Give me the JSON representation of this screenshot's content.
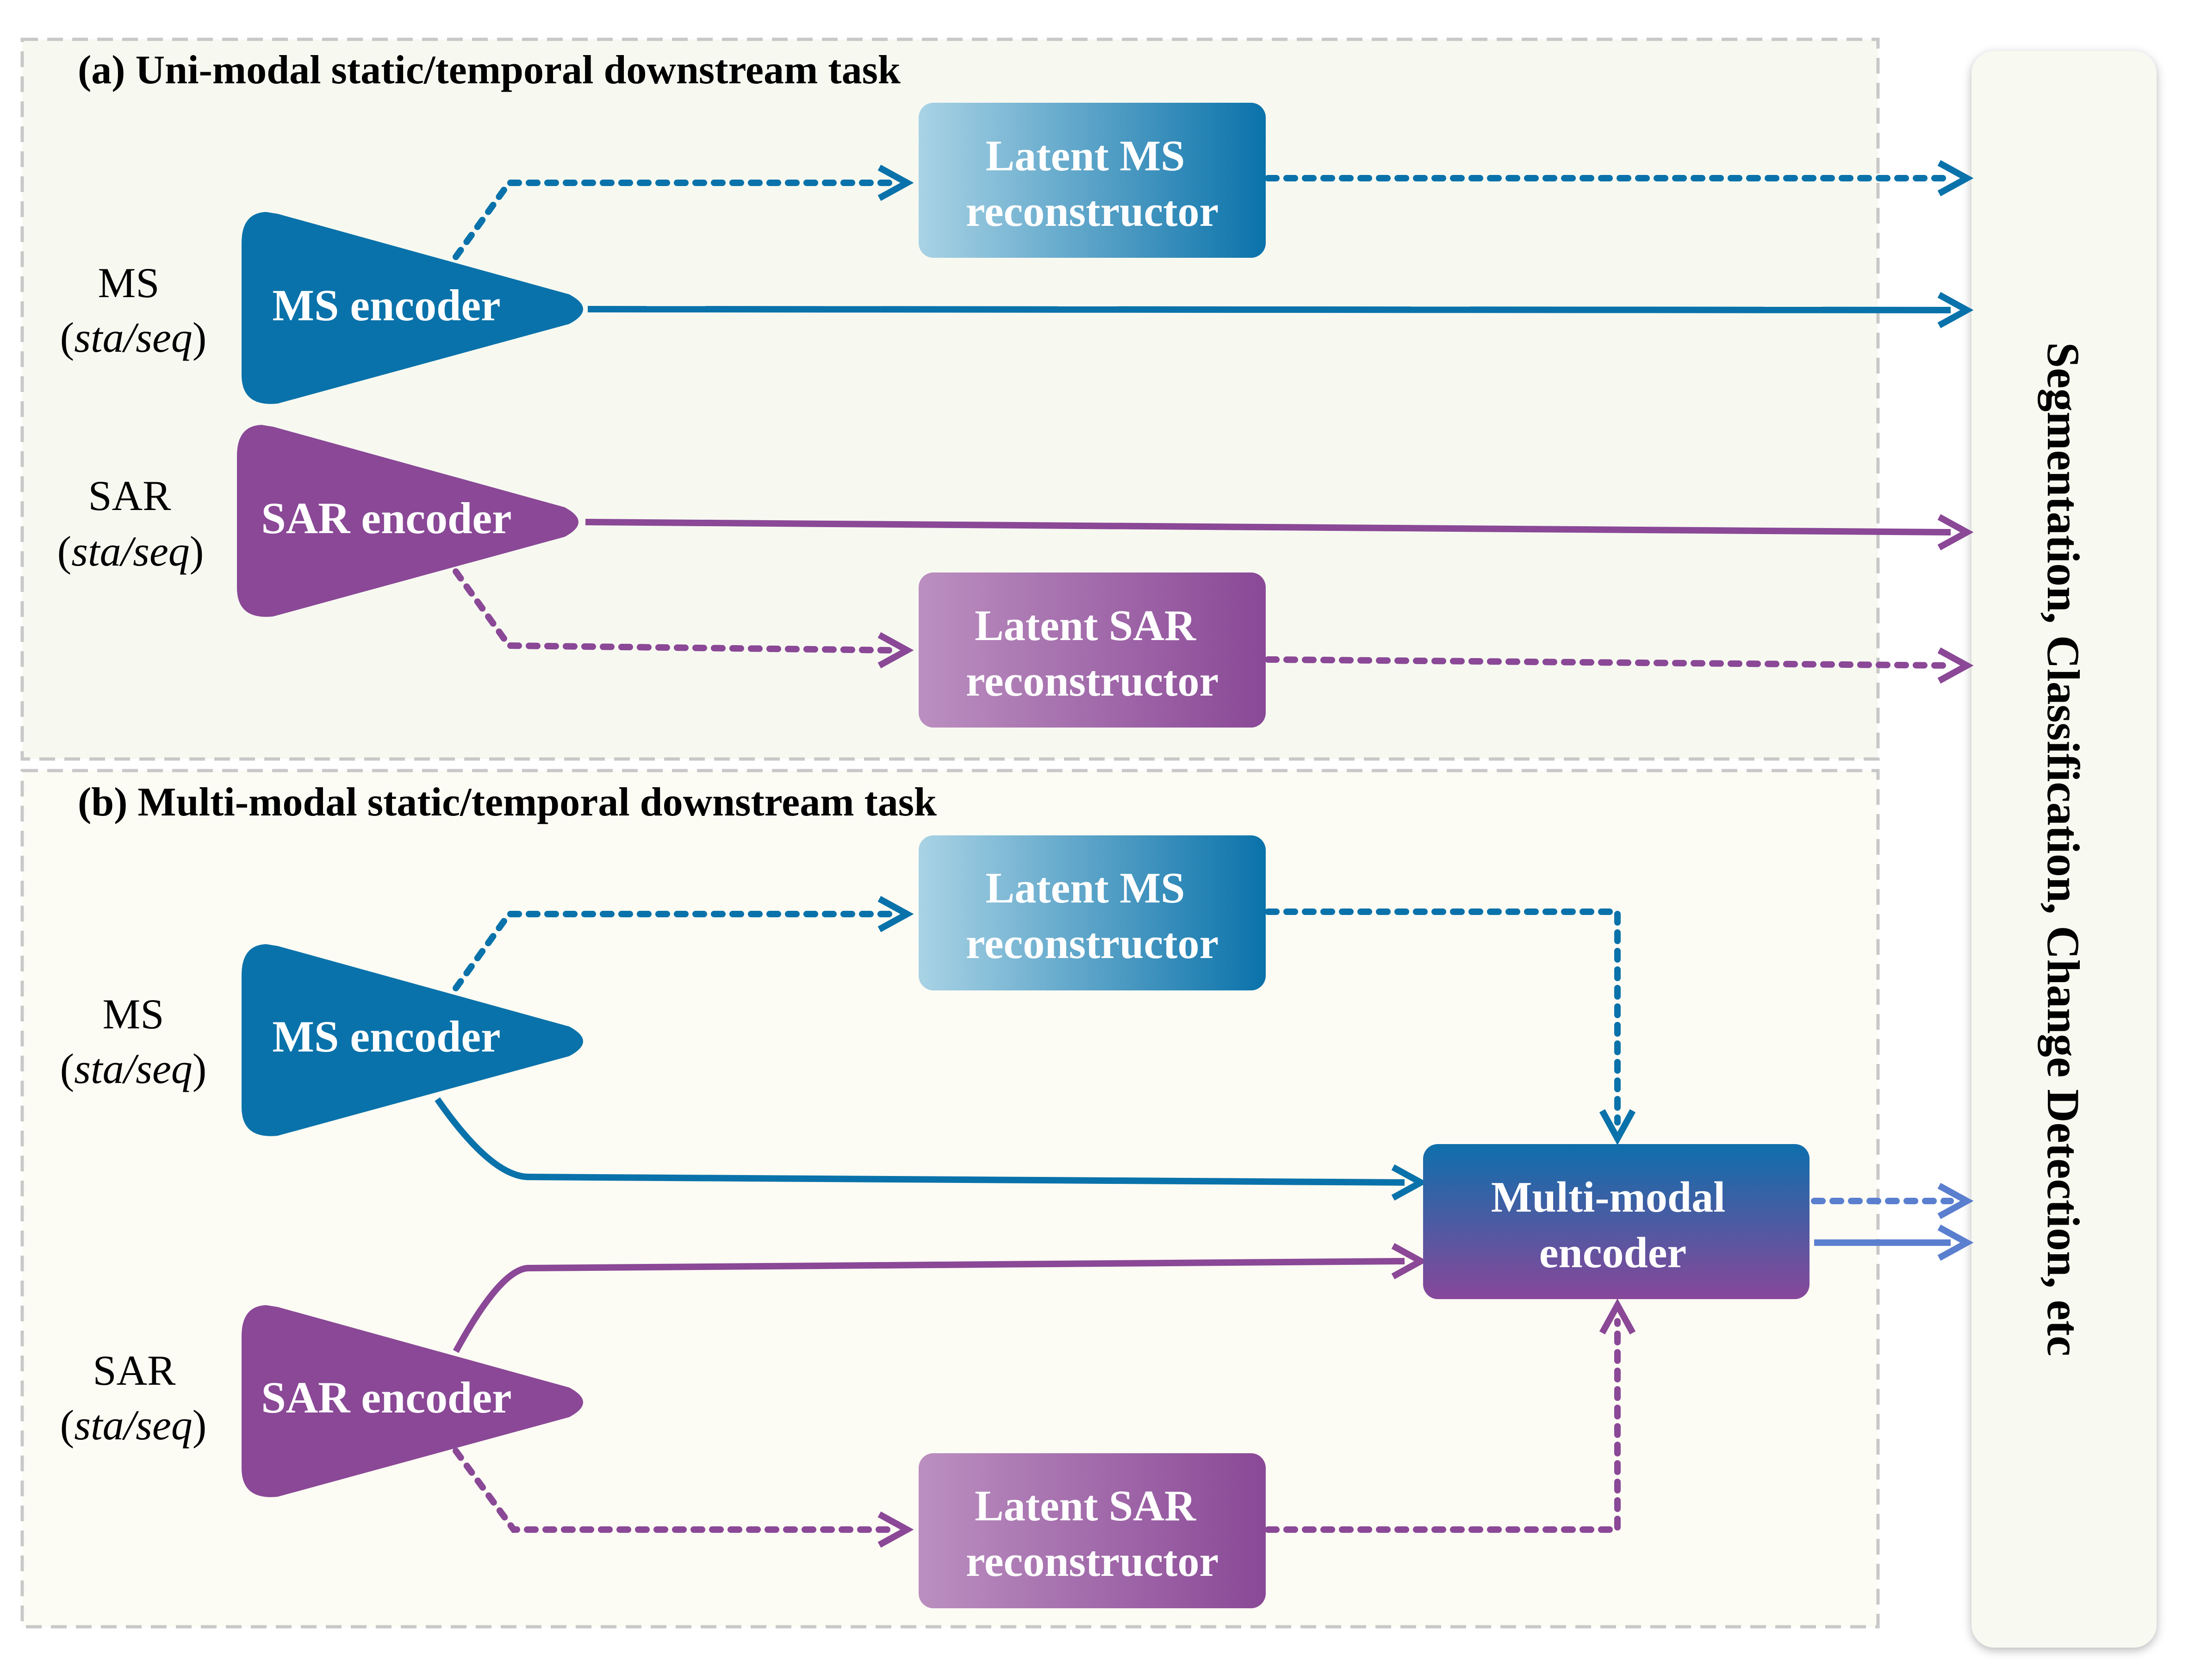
{
  "panels": {
    "a": {
      "title": "(a) Uni-modal static/temporal downstream task"
    },
    "b": {
      "title": "(b) Multi-modal static/temporal downstream task"
    }
  },
  "inputs": {
    "ms": {
      "name": "MS",
      "mode": "sta/seq"
    },
    "sar": {
      "name": "SAR",
      "mode": "sta/seq"
    }
  },
  "encoders": {
    "ms": "MS encoder",
    "sar": "SAR encoder",
    "multimodal": {
      "line1": "Multi-modal",
      "line2": "encoder"
    }
  },
  "reconstructors": {
    "ms": {
      "line1": "Latent MS",
      "line2": "reconstructor"
    },
    "sar": {
      "line1": "Latent SAR",
      "line2": "reconstructor"
    }
  },
  "tasks": "Segmentation, Classification, Change Detection, etc",
  "colors": {
    "ms": "#0a72aa",
    "ms_light": "#a9d3e5",
    "sar": "#8a4896",
    "sar_light": "#bb8fc0",
    "fused_arrow": "#5b7fcf",
    "panel_a_bg": "#f7f9f1",
    "panel_b_bg": "#fcfbf4",
    "task_bg": "#f8f9f1"
  }
}
